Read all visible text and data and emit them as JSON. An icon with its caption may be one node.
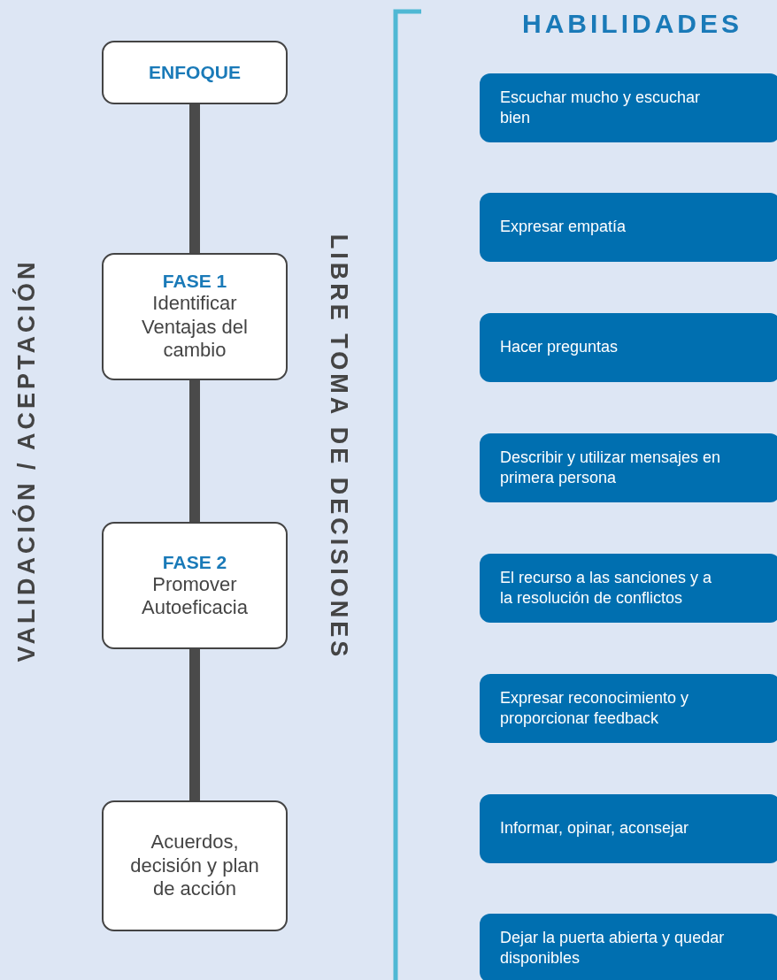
{
  "diagram": {
    "nodes": [
      {
        "text": [
          "ENFOQUE"
        ]
      },
      {
        "text": [
          "FASE 1",
          "Identificar Ventajas del cambio"
        ]
      },
      {
        "text": [
          "FASE 2",
          "Promover Autoeficacia"
        ]
      },
      {
        "text": [
          "Acuerdos, decisión y plan de acción"
        ]
      },
      {
        "text": [
          "Escuchar mucho y escuchar bien"
        ]
      },
      {
        "text": [
          "Expresar empatía"
        ]
      },
      {
        "text": [
          "Hacer preguntas"
        ]
      },
      {
        "text": [
          "Describir y utilizar mensajes en primera persona"
        ]
      },
      {
        "text": [
          "El recurso a las sanciones y a la resolución de conflictos"
        ]
      },
      {
        "text": [
          "Expresar reconocimiento y proporcionar feedback"
        ]
      },
      {
        "text": [
          "Informar, opinar, aconsejar"
        ]
      },
      {
        "text": [
          "Dejar la puerta abierta y quedar disponibles"
        ]
      }
    ],
    "edges": [
      {
        "from": 0,
        "to": 1,
        "arrow": "none"
      },
      {
        "from": 1,
        "to": 2,
        "arrow": "none"
      },
      {
        "from": 2,
        "to": 3,
        "arrow": "none"
      }
    ],
    "labels": [
      "VALIDACIÓN / ACEPTACIÓN",
      "LIBRE TOMA DE DECISIONES",
      "HABILIDADES"
    ]
  }
}
